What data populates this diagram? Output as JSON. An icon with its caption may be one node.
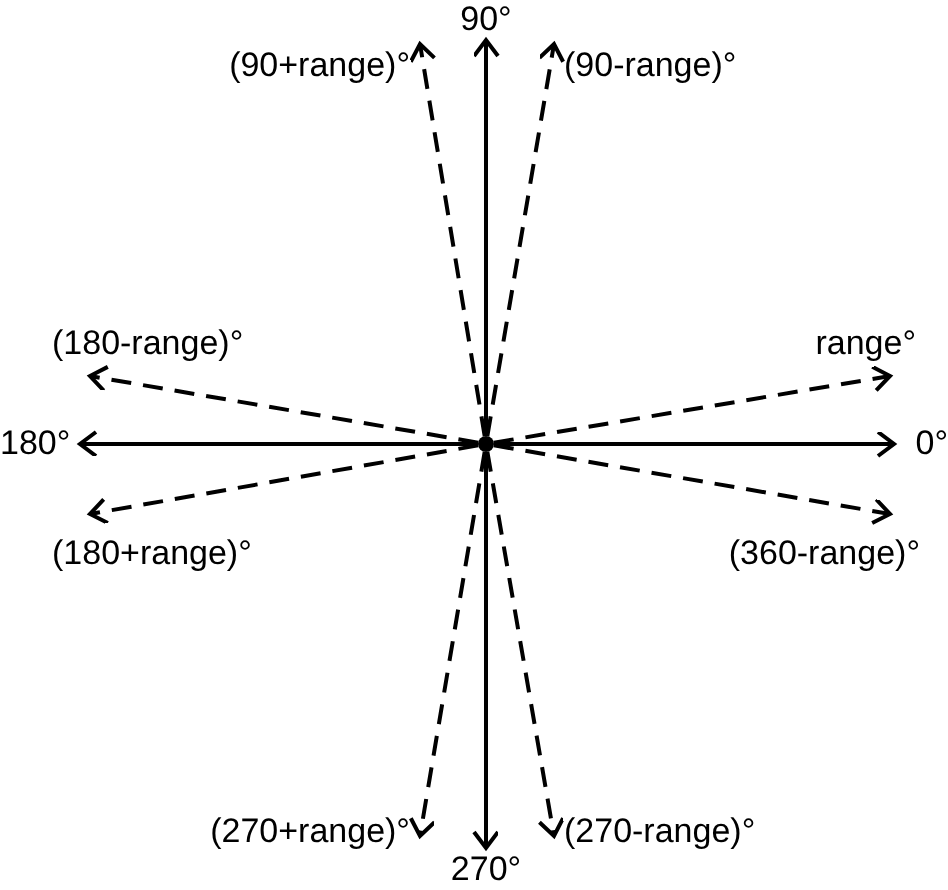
{
  "diagram": {
    "nodes": [
      {
        "text": [],
        "shape": "circle"
      },
      {
        "text": [
          "90°"
        ]
      },
      {
        "text": [
          "(90+range)°"
        ]
      },
      {
        "text": [
          "(90-range)°"
        ]
      },
      {
        "text": [
          "(180-range)°"
        ]
      },
      {
        "text": [
          "range°"
        ]
      },
      {
        "text": [
          "180°"
        ]
      },
      {
        "text": [
          "0°"
        ]
      },
      {
        "text": [
          "(180+range)°"
        ]
      },
      {
        "text": [
          "(360-range)°"
        ]
      },
      {
        "text": [
          "(270+range)°"
        ]
      },
      {
        "text": [
          "(270-range)°"
        ]
      },
      {
        "text": [
          "270°"
        ]
      }
    ],
    "edges": [
      {
        "from": 0,
        "to": 1,
        "arrow": "to"
      },
      {
        "from": 0,
        "to": 2,
        "arrow": "to",
        "style": "dashed"
      },
      {
        "from": 0,
        "to": 3,
        "arrow": "to",
        "style": "dashed"
      },
      {
        "from": 0,
        "to": 4,
        "arrow": "to",
        "style": "dashed"
      },
      {
        "from": 0,
        "to": 5,
        "arrow": "to",
        "style": "dashed"
      },
      {
        "from": 0,
        "to": 6,
        "arrow": "to"
      },
      {
        "from": 0,
        "to": 7,
        "arrow": "to"
      },
      {
        "from": 0,
        "to": 8,
        "arrow": "to",
        "style": "dashed"
      },
      {
        "from": 0,
        "to": 9,
        "arrow": "to",
        "style": "dashed"
      },
      {
        "from": 0,
        "to": 10,
        "arrow": "to",
        "style": "dashed"
      },
      {
        "from": 0,
        "to": 11,
        "arrow": "to",
        "style": "dashed"
      },
      {
        "from": 0,
        "to": 12,
        "arrow": "to"
      }
    ]
  }
}
